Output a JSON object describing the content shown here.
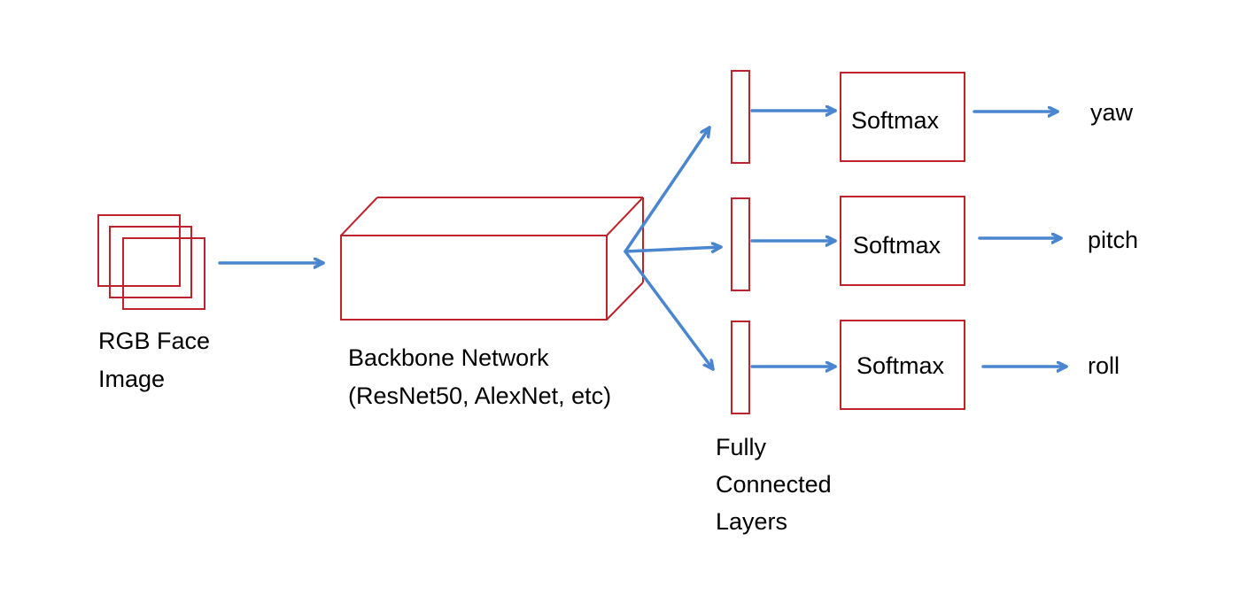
{
  "colors": {
    "shape_stroke": "#c0222c",
    "arrow": "#4a86cf",
    "text": "#000000",
    "background": "#ffffff"
  },
  "labels": {
    "input": [
      "RGB Face",
      "Image"
    ],
    "backbone": [
      "Backbone Network",
      "(ResNet50, AlexNet, etc)"
    ],
    "fc": [
      "Fully",
      "Connected",
      "Layers"
    ],
    "softmax": [
      "Softmax",
      "Softmax",
      "Softmax"
    ],
    "outputs": [
      "yaw",
      "pitch",
      "roll"
    ]
  }
}
